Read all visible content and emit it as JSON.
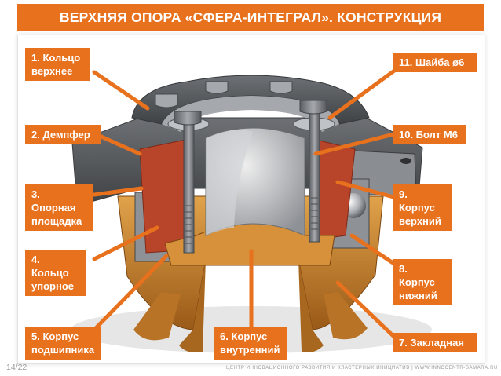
{
  "title": "ВЕРХНЯЯ ОПОРА «СФЕРА-ИНТЕГРАЛ». КОНСТРУКЦИЯ",
  "labels": {
    "l1": "1. Кольцо верхнее",
    "l2": "2. Демпфер",
    "l3": "3. Опорная площадка",
    "l4": "4. Кольцо упорное",
    "l5": "5. Корпус подшипника",
    "l6": "6. Корпус внутренний",
    "l7": "7. Закладная",
    "l8": "8. Корпус нижний",
    "l9": "9. Корпус верхний",
    "l10": "10. Болт М6",
    "l11": "11. Шайба ø6"
  },
  "footer": {
    "page": "14/22",
    "text": "ЦЕНТР ИННОВАЦИОННОГО РАЗВИТИЯ И КЛАСТЕРНЫХ ИНИЦИАТИВ | WWW.INNOCENTR-SAMARA.RU"
  },
  "colors": {
    "accent": "#e8711e",
    "bronze": "#c8862e",
    "metal": "#7d8084",
    "damper": "#b8442a"
  }
}
